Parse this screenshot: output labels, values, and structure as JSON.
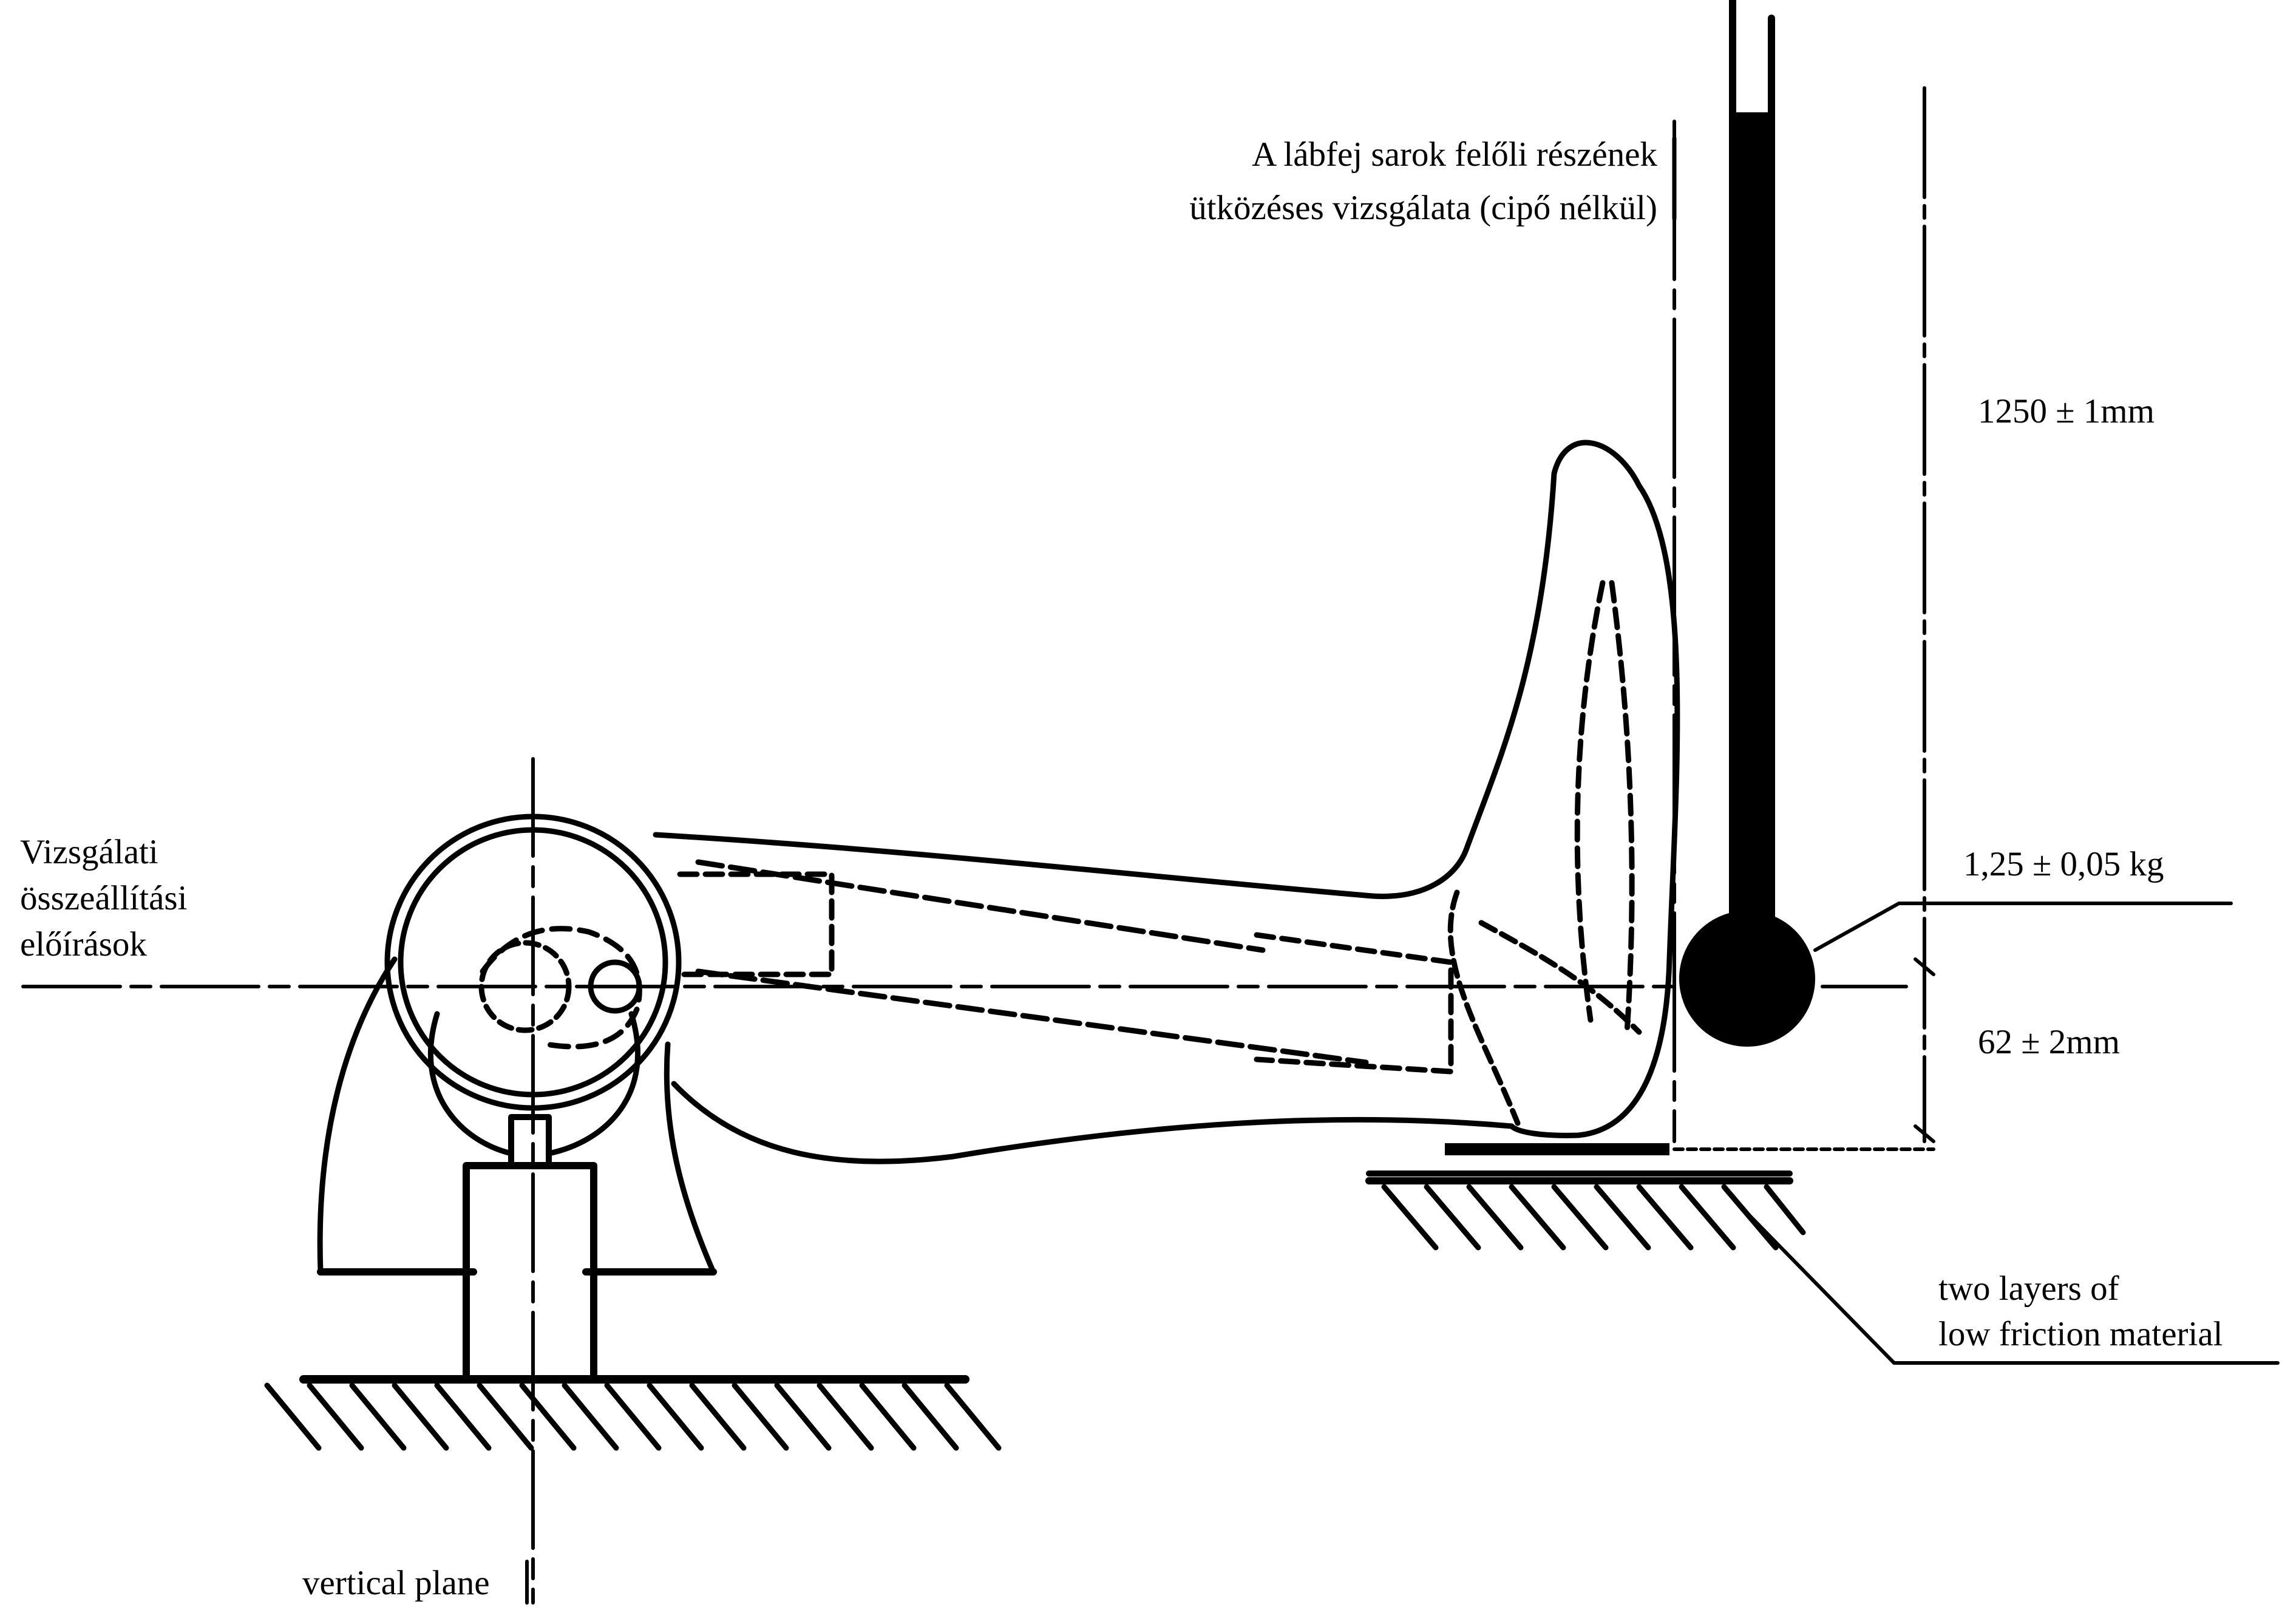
{
  "labels": {
    "title_line1": "A lábfej sarok felőli részének",
    "title_line2": "ütközéses vizsgálata (cipő nélkül)",
    "setup_line1": "Vizsgálati",
    "setup_line2": "összeállítási",
    "setup_line3": "előírások",
    "drop_height": "1250 ± 1mm",
    "mass": "1,25 ± 0,05 kg",
    "impact_height": "62 ± 2mm",
    "friction_line1": "two layers of",
    "friction_line2": "low friction material",
    "vertical_plane": "vertical plane"
  },
  "colors": {
    "ink": "#000000",
    "background": "#ffffff"
  }
}
